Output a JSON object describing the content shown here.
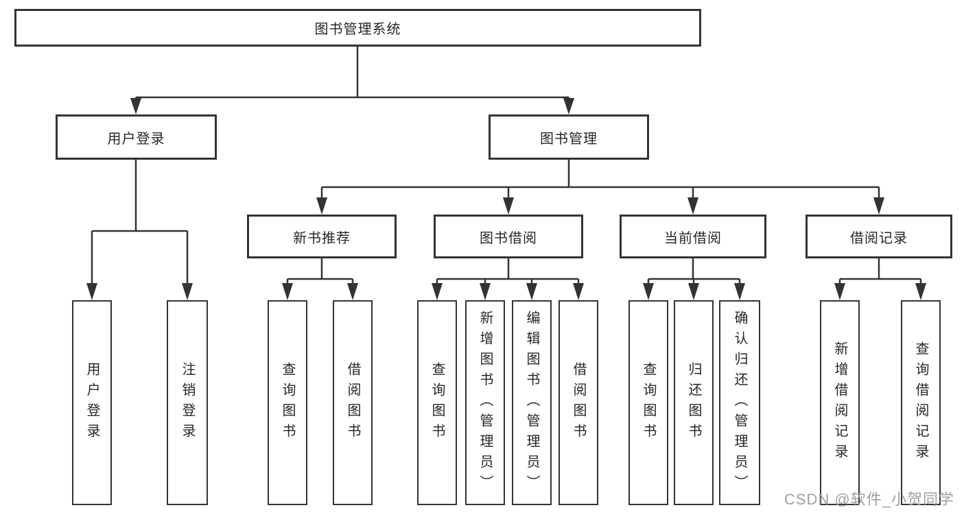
{
  "diagram": {
    "root": {
      "label": "图书管理系统"
    },
    "level2": [
      {
        "label": "用户登录"
      },
      {
        "label": "图书管理"
      }
    ],
    "level3": [
      {
        "label": "新书推荐"
      },
      {
        "label": "图书借阅"
      },
      {
        "label": "当前借阅"
      },
      {
        "label": "借阅记录"
      }
    ],
    "leaves": [
      {
        "label": "用户登录"
      },
      {
        "label": "注销登录"
      },
      {
        "label": "查询图书"
      },
      {
        "label": "借阅图书"
      },
      {
        "label": "查询图书"
      },
      {
        "label": "新增图书（管理员）"
      },
      {
        "label": "编辑图书（管理员）"
      },
      {
        "label": "借阅图书"
      },
      {
        "label": "查询图书"
      },
      {
        "label": "归还图书"
      },
      {
        "label": "确认归还（管理员）"
      },
      {
        "label": "新增借阅记录"
      },
      {
        "label": "查询借阅记录"
      }
    ]
  },
  "watermark": {
    "text": "CSDN @软件_小贺同学"
  },
  "colors": {
    "line": "#333333",
    "box_border": "#333333",
    "text": "#262626",
    "watermark": "#9b9b9b",
    "background": "#ffffff"
  }
}
